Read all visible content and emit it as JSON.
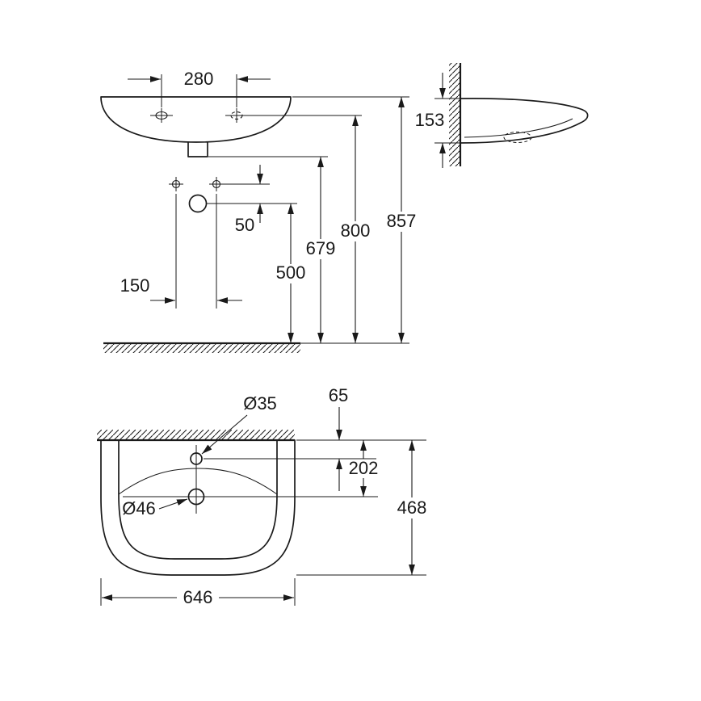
{
  "drawing": {
    "front_view": {
      "tap_hole_spacing": "280",
      "fixing_to_siphon": "50",
      "fixing_hole_spacing": "150",
      "siphon_height": "500",
      "outlet_height": "679",
      "tap_ledge_height": "800",
      "rim_height": "857"
    },
    "side_view": {
      "basin_height": "153"
    },
    "plan_view": {
      "tap_hole_diameter": "Ø35",
      "tap_hole_offset": "65",
      "drain_offset": "202",
      "drain_diameter": "Ø46",
      "overall_depth": "468",
      "overall_width": "646"
    }
  }
}
